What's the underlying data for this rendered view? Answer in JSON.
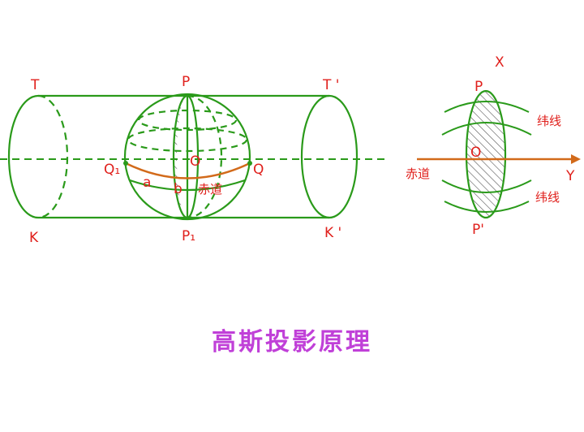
{
  "labels": {
    "T": "T",
    "P": "P",
    "T_prime": "T '",
    "K": "K",
    "P1": "P₁",
    "K_prime": "K '",
    "Q1": "Q₁",
    "O": "O",
    "Q": "Q",
    "a": "a",
    "b": "b",
    "equator_left": "赤道",
    "X": "X",
    "P_right": "P",
    "O_right": "O",
    "latitude_top": "纬线",
    "equator_right": "赤道",
    "Y": "Y",
    "latitude_bottom": "纬线",
    "P_prime": "P'"
  },
  "title": "高斯投影原理",
  "colors": {
    "line": "#2a9a1a",
    "label": "#e0201c",
    "arc": "#d26a1a",
    "title": "#c040d8",
    "hatch": "#555555"
  }
}
